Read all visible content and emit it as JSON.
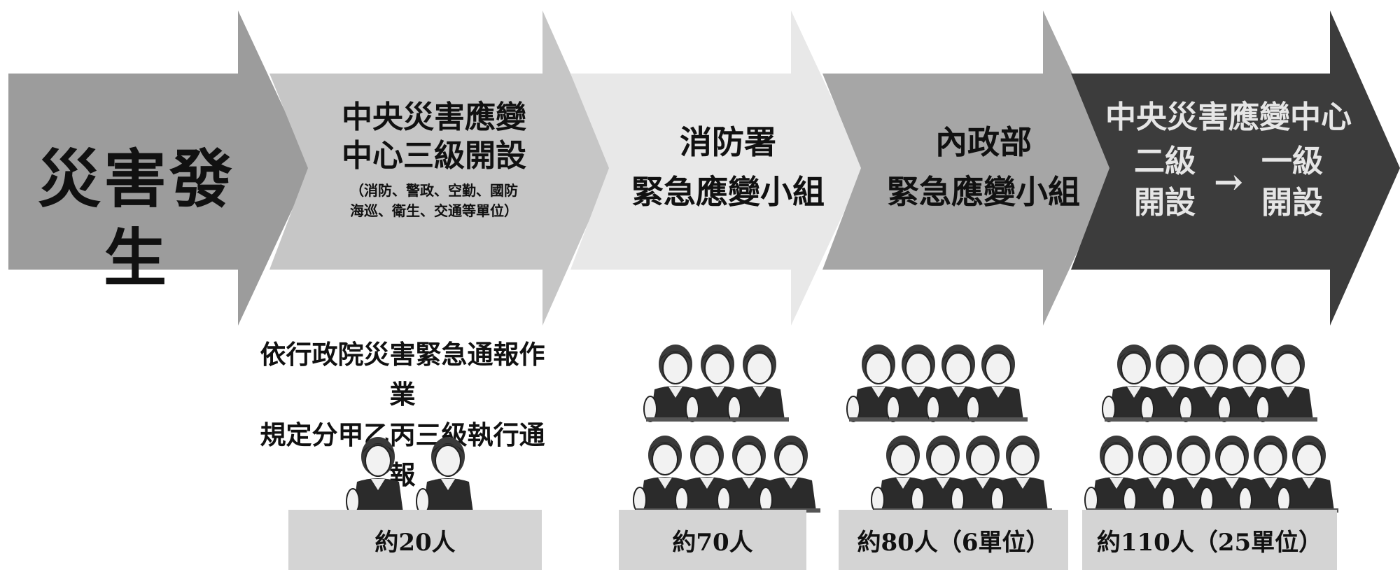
{
  "flow": {
    "step1": {
      "label": "災害發生"
    },
    "step2": {
      "line1": "中央災害應變",
      "line2": "中心三級開設",
      "note1": "（消防、警政、空勤、國防",
      "note2": "海巡、衛生、交通等單位）"
    },
    "step3": {
      "line1": "消防署",
      "line2": "緊急應變小組"
    },
    "step4": {
      "line1": "內政部",
      "line2": "緊急應變小組"
    },
    "step5": {
      "line1": "中央災害應變中心",
      "from_top": "二級",
      "from_bottom": "開設",
      "arrow": "→",
      "to_top": "一級",
      "to_bottom": "開設"
    }
  },
  "description": {
    "line1": "依行政院災害緊急通報作業",
    "line2": "規定分甲乙丙三級執行通報"
  },
  "counts": {
    "group1": "約20人",
    "group2": "約70人",
    "group3": "約80人（6單位）",
    "group4": "約110人（25單位）"
  },
  "people_counts": {
    "group1": 2,
    "group2": 7,
    "group3": 8,
    "group4": 11
  },
  "colors": {
    "arrow1": "#9c9c9c",
    "arrow2": "#c6c6c6",
    "arrow3": "#e8e8e8",
    "arrow4": "#a6a6a6",
    "arrow5": "#3c3c3c",
    "count_box": "#d4d4d4"
  },
  "icons": {
    "person": "person-at-desk-icon"
  }
}
